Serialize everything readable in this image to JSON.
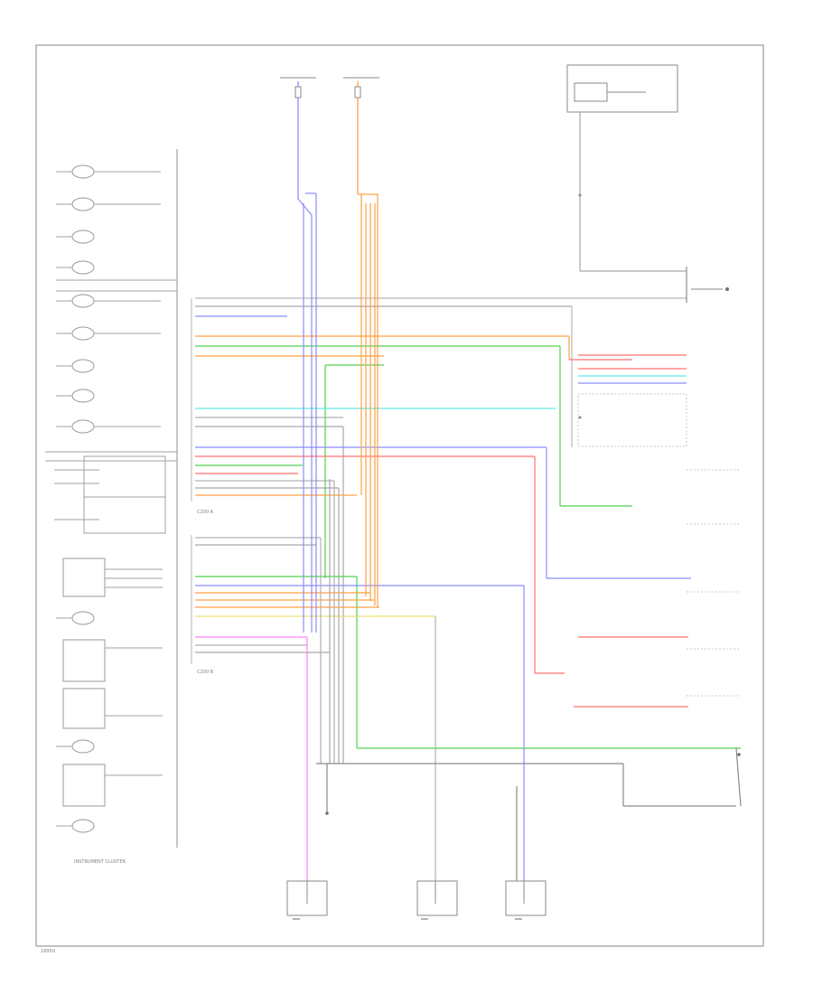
{
  "colors": {
    "background": "#ffffff",
    "frame": "#9a9a9a",
    "wire_gray": "#a8a8a8",
    "wire_dark": "#8a8a8a",
    "wire_blue": "#8c8cff",
    "wire_orange": "#ffa040",
    "wire_green": "#50d050",
    "wire_cyan": "#60e8e8",
    "wire_red": "#ff7070",
    "wire_pink": "#ff80ff",
    "wire_yellow": "#e6e070"
  },
  "icons": {
    "ground": "ground-symbol-icon",
    "splice": "splice-dot-icon",
    "switch": "switch-contact-icon"
  },
  "labels": {
    "instrument_cluster": "INSTRUMENT CLUSTER",
    "connector_a": "C200 A",
    "connector_b": "C200 B",
    "page_ref": "18950"
  }
}
